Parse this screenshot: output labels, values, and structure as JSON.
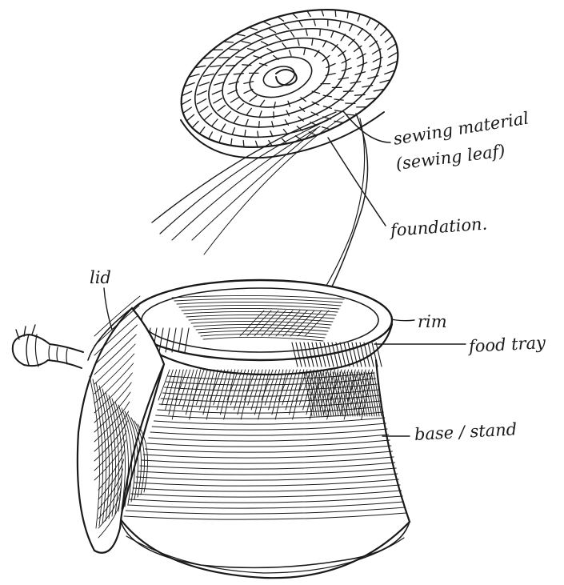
{
  "labels": {
    "sewing_material": "sewing material",
    "sewing_leaf": "(sewing leaf)",
    "foundation": "foundation.",
    "lid": "lid",
    "rim": "rim",
    "food_tray": "food tray",
    "base_stand": "base / stand"
  },
  "colors": {
    "ink": "#1a1a1a",
    "paper": "#ffffff"
  }
}
